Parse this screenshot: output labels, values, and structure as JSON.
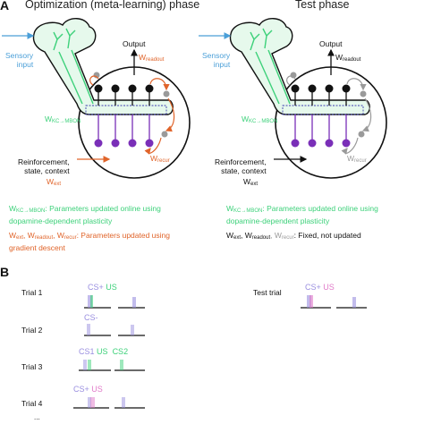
{
  "panel_a": {
    "letter": "A",
    "left_title": "Optimization (meta-learning) phase",
    "right_title": "Test phase",
    "sensory_input": "Sensory\ninput",
    "output": "Output",
    "w_readout": "W",
    "w_readout_sub": "readout",
    "w_kc": "W",
    "w_kc_sub": "KC→MBON",
    "w_recur": "W",
    "w_recur_sub": "recur",
    "reinforcement": "Reinforcement,\nstate, context",
    "w_ext": "W",
    "w_ext_sub": "ext",
    "left_note1_sym": "W",
    "left_note1_sub": "KC→MBON",
    "left_note1_text": ": Parameters updated online using\ndopamine-dependent plasticity",
    "left_note2_syms": "W",
    "left_note2_sub1": "ext",
    "left_note2_mid1": ", W",
    "left_note2_sub2": "readout",
    "left_note2_mid2": ", W",
    "left_note2_sub3": "recur",
    "left_note2_text": ": Parameters updated using\ngradient descent",
    "right_note1_sym": "W",
    "right_note1_sub": "KC→MBON",
    "right_note1_text": ": Parameters updated online using\ndopamine-dependent plasticity",
    "right_note2_sym": "W",
    "right_note2_sub1": "ext",
    "right_note2_mid1": ", W",
    "right_note2_sub2": "readout",
    "right_note2_mid2": ", W",
    "right_note2_sub3": "recur",
    "right_note2_text": ": Fixed, not updated"
  },
  "panel_b": {
    "letter": "B",
    "trials": [
      {
        "label": "Trial 1",
        "stims": [
          "CS+",
          "US"
        ]
      },
      {
        "label": "Trial 2",
        "stims": [
          "CS-"
        ]
      },
      {
        "label": "Trial 3",
        "stims": [
          "CS1",
          "US",
          "CS2"
        ]
      },
      {
        "label": "Trial 4",
        "stims": [
          "CS+",
          "US"
        ]
      }
    ],
    "test_trial": {
      "label": "Test trial",
      "stims": [
        "CS+",
        "US"
      ]
    },
    "ellipsis": "..."
  },
  "colors": {
    "blue": "#4a9fd8",
    "green": "#3dd17a",
    "orange": "#e0642a",
    "purple": "#7a2fb8",
    "lavender": "#9a8fe0",
    "pink": "#e07ac8",
    "gray": "#9a9a9a"
  }
}
